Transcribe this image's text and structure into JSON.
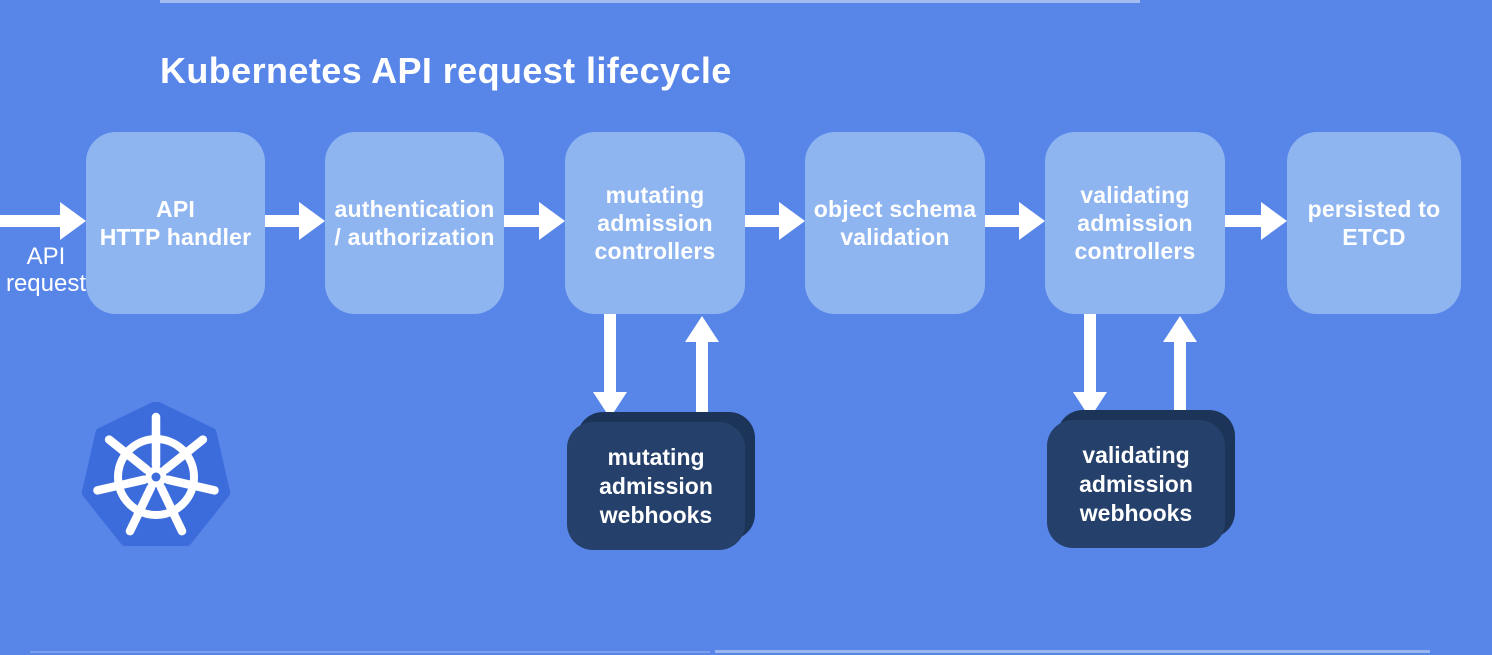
{
  "title": "Kubernetes API request lifecycle",
  "entry": {
    "lines": [
      "API",
      "request"
    ]
  },
  "flow": {
    "boxes": [
      {
        "id": "api-http-handler",
        "lines": [
          "API",
          "HTTP handler"
        ]
      },
      {
        "id": "authentication-authorization",
        "lines": [
          "authentication",
          "/ authorization"
        ]
      },
      {
        "id": "mutating-admission-controllers",
        "lines": [
          "mutating",
          "admission",
          "controllers"
        ]
      },
      {
        "id": "object-schema-validation",
        "lines": [
          "object schema",
          "validation"
        ]
      },
      {
        "id": "validating-admission-controllers",
        "lines": [
          "validating",
          "admission",
          "controllers"
        ]
      },
      {
        "id": "persisted-to-etcd",
        "lines": [
          "persisted to",
          "ETCD"
        ]
      }
    ]
  },
  "webhooks": {
    "boxes": [
      {
        "id": "mutating-admission-webhooks",
        "lines": [
          "mutating",
          "admission",
          "webhooks"
        ]
      },
      {
        "id": "validating-admission-webhooks",
        "lines": [
          "validating",
          "admission",
          "webhooks"
        ]
      }
    ]
  },
  "icons": {
    "logo": "kubernetes-helm-wheel-icon"
  },
  "colors": {
    "background": "#5885E8",
    "flow_box": "#8FB5F1",
    "webhook_box_front": "#24406B",
    "webhook_box_back": "#1D3459",
    "logo_heptagon": "#3C6CDC",
    "arrow": "#FFFFFF",
    "text": "#FFFFFF"
  }
}
